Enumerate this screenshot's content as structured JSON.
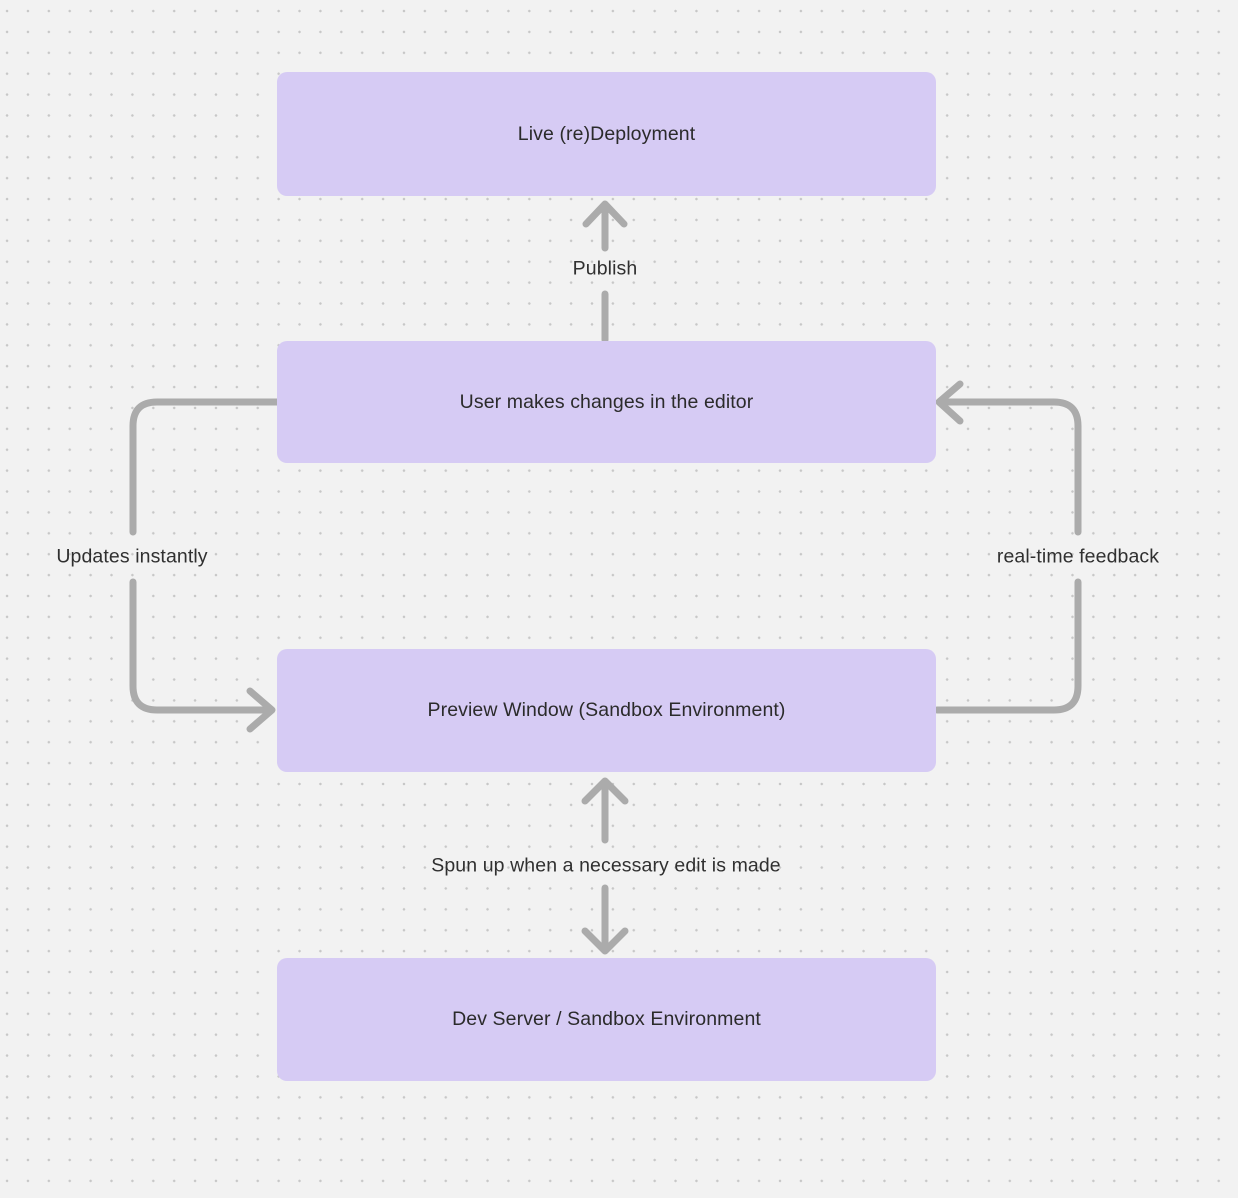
{
  "diagram": {
    "nodes": [
      {
        "id": "live-deployment",
        "label": "Live (re)Deployment"
      },
      {
        "id": "editor",
        "label": "User makes changes in the editor"
      },
      {
        "id": "preview",
        "label": "Preview Window (Sandbox Environment)"
      },
      {
        "id": "dev-server",
        "label": "Dev Server / Sandbox Environment"
      }
    ],
    "edges": [
      {
        "from": "editor",
        "to": "live-deployment",
        "label": "Publish",
        "direction": "up"
      },
      {
        "from": "editor",
        "to": "preview",
        "label": "Updates instantly",
        "direction": "down-left-loop"
      },
      {
        "from": "preview",
        "to": "editor",
        "label": "real-time feedback",
        "direction": "up-right-loop"
      },
      {
        "from": "preview",
        "to": "dev-server",
        "label": "Spun up when a necessary edit is made",
        "direction": "bidirectional"
      }
    ],
    "colors": {
      "background": "#f2f2f2",
      "dot": "#c7c7c7",
      "node_fill": "#d6cbf4",
      "node_text": "#2b2b2b",
      "connector": "#ababab",
      "label_text": "#303030"
    }
  }
}
